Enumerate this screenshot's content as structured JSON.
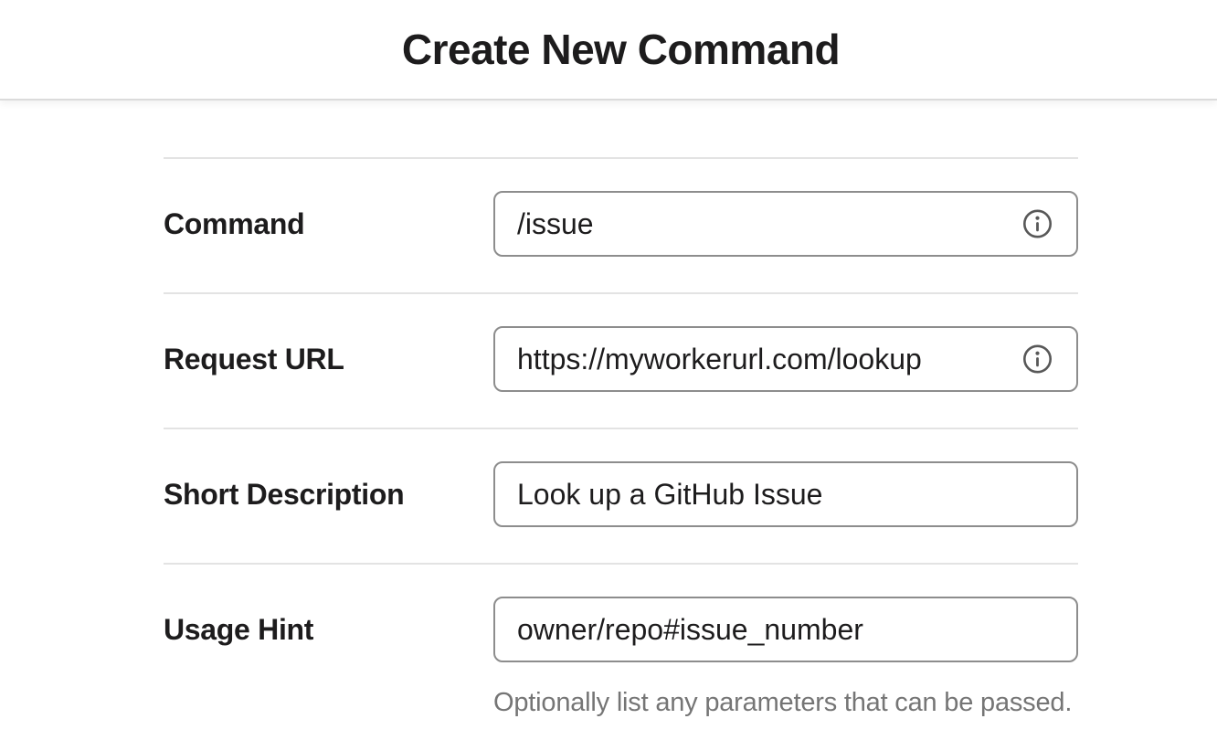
{
  "header": {
    "title": "Create New Command"
  },
  "form": {
    "fields": [
      {
        "label": "Command",
        "value": "/issue",
        "icon": "info-circle-icon"
      },
      {
        "label": "Request URL",
        "value": "https://myworkerurl.com/lookup",
        "icon": "info-circle-icon"
      },
      {
        "label": "Short Description",
        "value": "Look up a GitHub Issue"
      },
      {
        "label": "Usage Hint",
        "value": "owner/repo#issue_number",
        "helper": "Optionally list any parameters that can be passed."
      }
    ]
  },
  "colors": {
    "text": "#1d1c1d",
    "muted_text": "#757575",
    "input_border": "#8d8d8d",
    "divider": "#e3e3e3",
    "header_border": "#dbdbdb",
    "icon": "#585858",
    "background": "#ffffff"
  }
}
